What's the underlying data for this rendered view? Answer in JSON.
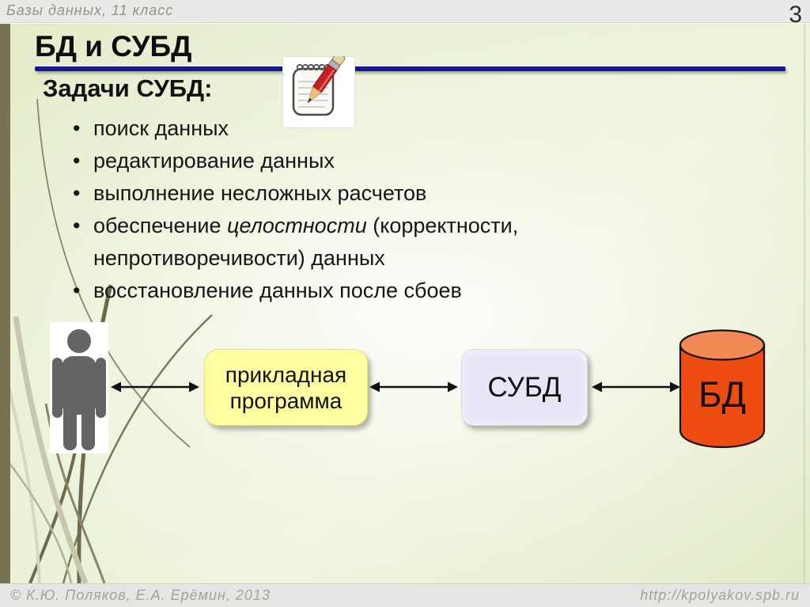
{
  "header": {
    "course_label": "Базы данных, 11 класс",
    "slide_number": "3"
  },
  "slide": {
    "title": "БД и СУБД",
    "heading": "Задачи СУБД:",
    "bullet_char": "•",
    "bullets": [
      {
        "text": "поиск данных"
      },
      {
        "text": "редактирование данных"
      },
      {
        "text": "выполнение несложных расчетов"
      },
      {
        "pre": "обеспечение ",
        "italic": "целостности",
        "post": " (корректности,",
        "line2": "непротиворечивости) данных"
      },
      {
        "text": "восстановление данных после сбоев"
      }
    ]
  },
  "icons": {
    "decoration": "notepad-pencil-icon",
    "user": "person-icon"
  },
  "diagram": {
    "person_fill": "#646464",
    "app_box": {
      "label": "прикладная программа",
      "fill": "#ffffa2"
    },
    "dbms_box": {
      "label": "СУБД",
      "fill": "#e6e6f7"
    },
    "db": {
      "label": "БД",
      "body_fill": "#ee4d12",
      "top_fill": "#f28a56",
      "outline": "#1d0f02"
    },
    "arrow_color": "#111111"
  },
  "colors": {
    "accent_line": "#17178e"
  },
  "footer": {
    "copyright": "© К.Ю. Поляков, Е.А. Ерёмин, 2013",
    "url": "http://kpolyakov.spb.ru"
  }
}
